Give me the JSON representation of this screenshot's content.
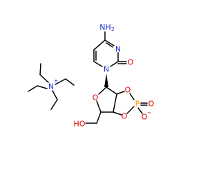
{
  "atoms": {
    "cation_n": "N",
    "cation_charge": "+",
    "amine": "NH",
    "amine_sub": "2",
    "ring_n3": "N",
    "ring_n1": "N",
    "carbonyl_o": "O",
    "ring_o": "O",
    "dioxa_o1": "O",
    "dioxa_o2": "O",
    "phosphorus": "P",
    "p_oxo": "O",
    "p_oxide": "O",
    "p_oxide_charge": "−",
    "hydroxyl": "HO"
  },
  "colors": {
    "carbon_bond": "#000000",
    "nitrogen": "#2233cc",
    "oxygen": "#dd0000",
    "phosphorus": "#ff8800"
  }
}
